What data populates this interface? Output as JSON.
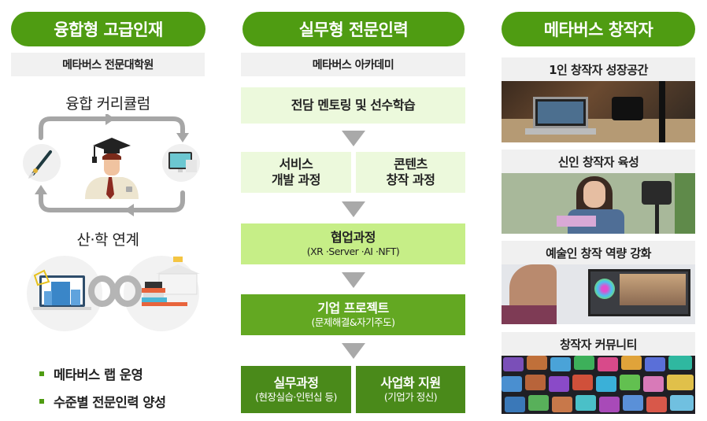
{
  "columns": [
    {
      "header": "융합형 고급인재",
      "subheader": "메타버스 전문대학원",
      "sections": [
        {
          "title": "융합 커리큘럼",
          "icons": [
            "paintbrush-icon",
            "graduate-student-icon",
            "computer-monitor-icon"
          ]
        },
        {
          "title": "산·학 연계",
          "icons": [
            "office-building-screen-icon",
            "university-books-icon"
          ]
        }
      ],
      "bullets": [
        "메타버스 랩 운영",
        "수준별 전문인력 양성"
      ]
    },
    {
      "header": "실무형 전문인력",
      "subheader": "메타버스 아카데미",
      "steps": [
        {
          "main": "전담 멘토링 및 선수학습"
        },
        {
          "split": [
            {
              "main_line1": "서비스",
              "main_line2": "개발 과정"
            },
            {
              "main_line1": "콘텐츠",
              "main_line2": "창작 과정"
            }
          ]
        },
        {
          "main": "협업과정",
          "sub": "(XR ·Server ·AI ·NFT)"
        },
        {
          "main": "기업 프로젝트",
          "sub": "(문제해결&자기주도)"
        },
        {
          "split": [
            {
              "main": "실무과정",
              "sub": "(현장실습·인턴십 등)"
            },
            {
              "main": "사업화 지원",
              "sub": "(기업가 정신)"
            }
          ]
        }
      ]
    },
    {
      "header": "메타버스 창작자",
      "cards": [
        {
          "title": "1인 창작자 성장공간",
          "image": "creator-studio-laptop-camera-photo"
        },
        {
          "title": "신인 창작자 육성",
          "image": "woman-painting-camera-photo"
        },
        {
          "title": "예술인 창작 역량 강화",
          "image": "man-editing-video-monitor-photo"
        },
        {
          "title": "창작자 커뮤니티",
          "image": "game-thumbnails-grid-photo"
        }
      ]
    }
  ],
  "colors": {
    "header_green": "#4f9c12",
    "light_green": "#ecf9dc",
    "mid_green": "#c6ee87",
    "dark_green": "#63a822",
    "darker_green": "#4a8a1a",
    "arrow_gray": "#a9a9a9",
    "subbar_gray": "#f1f1f1"
  }
}
